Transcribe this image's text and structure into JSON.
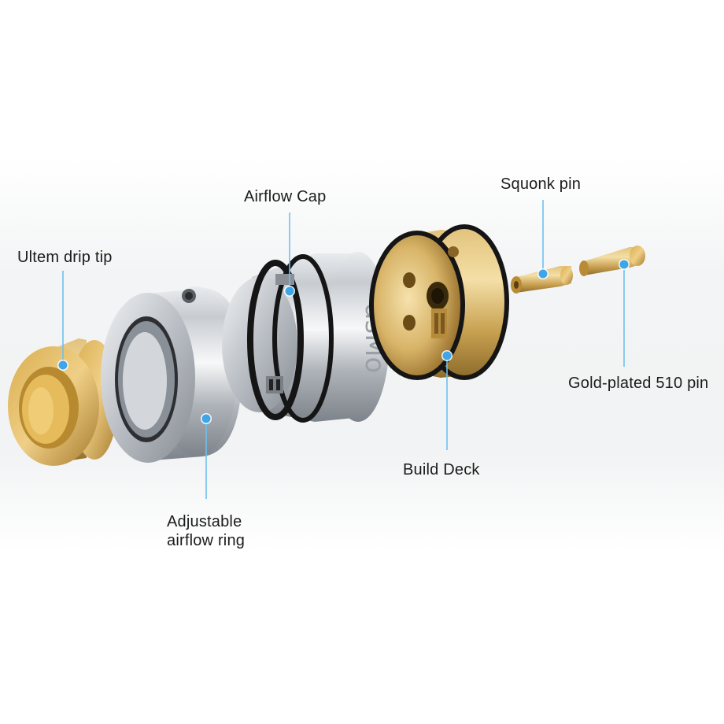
{
  "labels": {
    "drip_tip": "Ultem drip tip",
    "airflow_cap": "Airflow Cap",
    "squonk_pin": "Squonk pin",
    "gold_pin": "Gold-plated 510 pin",
    "build_deck": "Build Deck",
    "airflow_ring_line1": "Adjustable",
    "airflow_ring_line2": "airflow ring"
  },
  "engraving": "asMo",
  "colors": {
    "callout": "#3ea6e8",
    "leader": "#6fc0ee",
    "gold": "#c9a24a",
    "steel": "#c4c7cb",
    "oring": "#151515"
  }
}
